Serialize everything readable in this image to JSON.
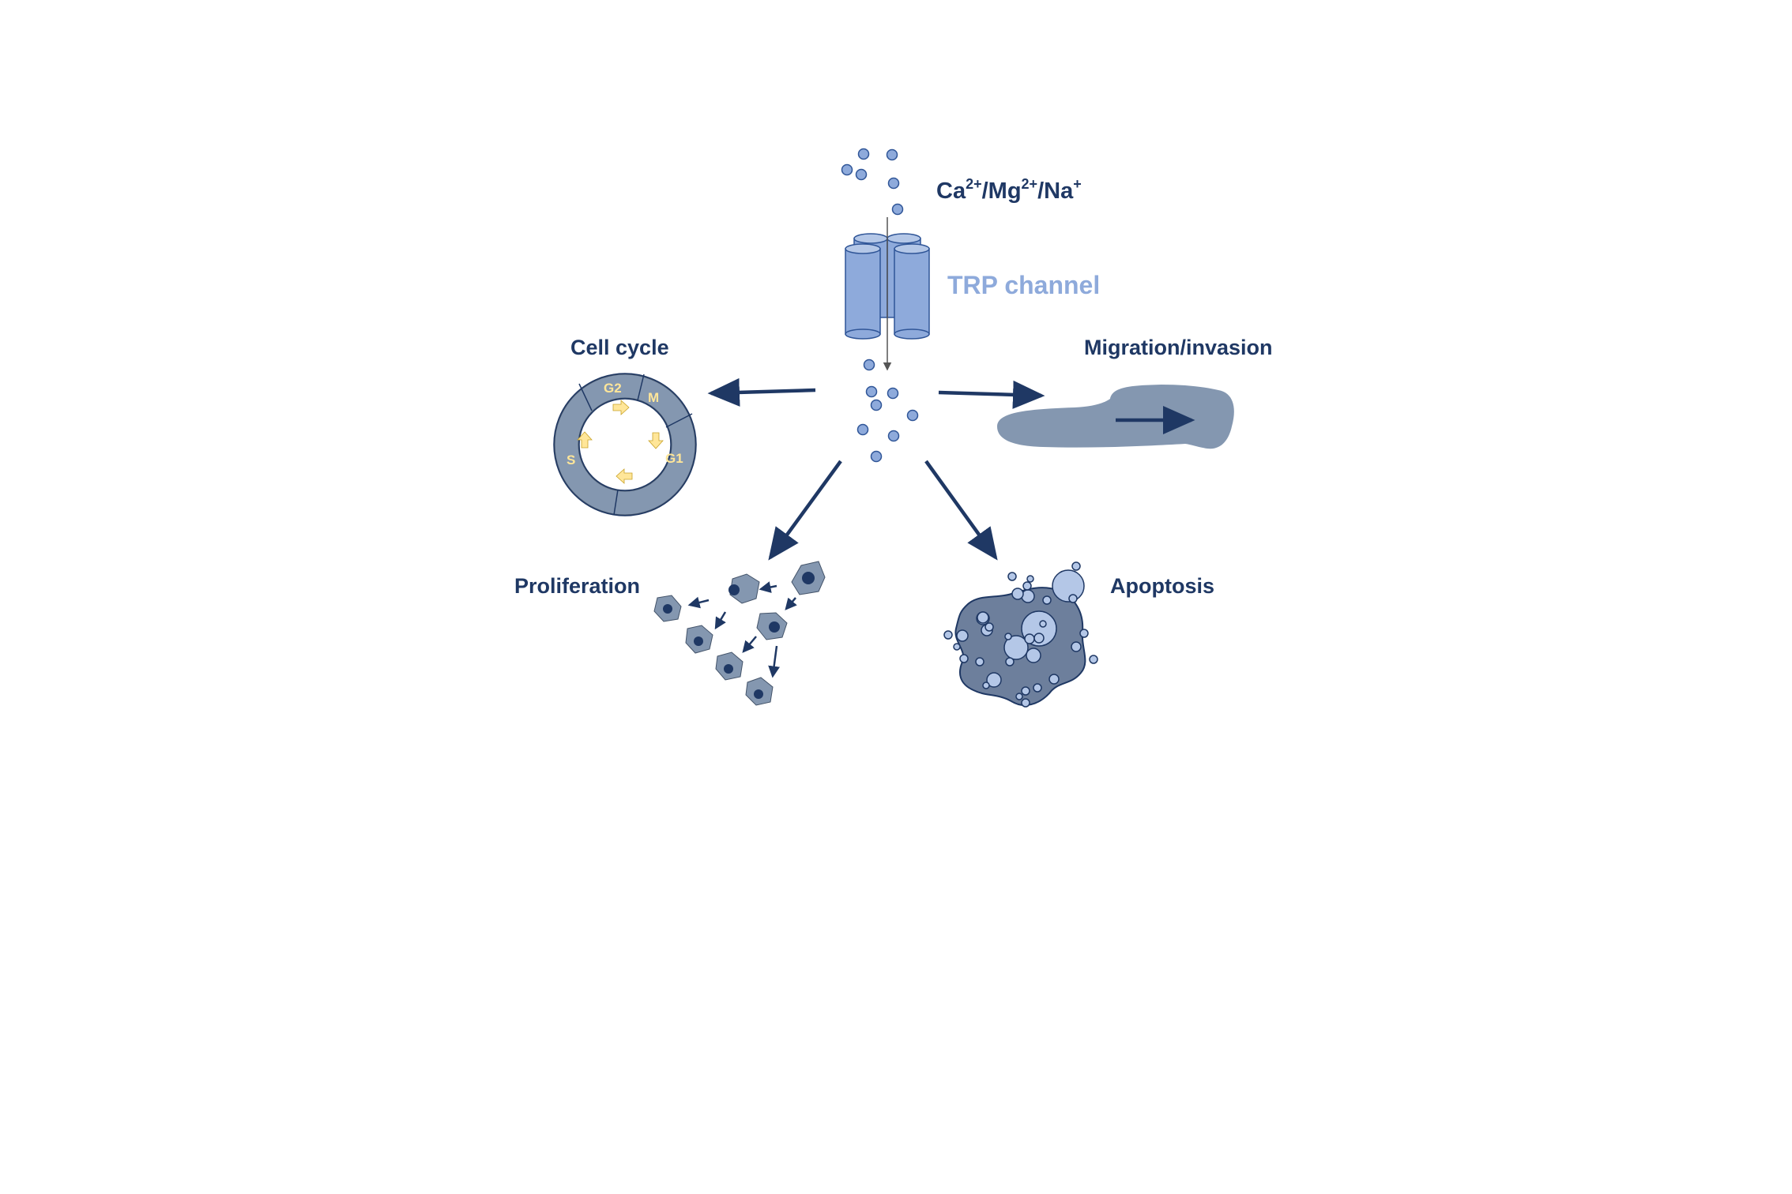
{
  "ions": {
    "ion1": "Ca",
    "sup1": "2+",
    "sep1": "/",
    "ion2": "Mg",
    "sup2": "2+",
    "sep2": "/",
    "ion3": "Na",
    "sup3": "+"
  },
  "channel_label": "TRP channel",
  "processes": {
    "cell_cycle": "Cell cycle",
    "migration": "Migration/invasion",
    "proliferation": "Proliferation",
    "apoptosis": "Apoptosis"
  },
  "cycle_phases": {
    "g2": "G2",
    "m": "M",
    "g1": "G1",
    "s": "S"
  },
  "colors": {
    "text_dark": "#1f3864",
    "channel_label": "#8eaadb",
    "ion_fill": "#8eaadb",
    "channel_fill": "#8eaadb",
    "cell_fill": "#8497b0",
    "apoptosis_fill": "#6d7f9c",
    "vesicle_fill": "#b4c7e7",
    "phase_arrow": "#ffe699"
  }
}
